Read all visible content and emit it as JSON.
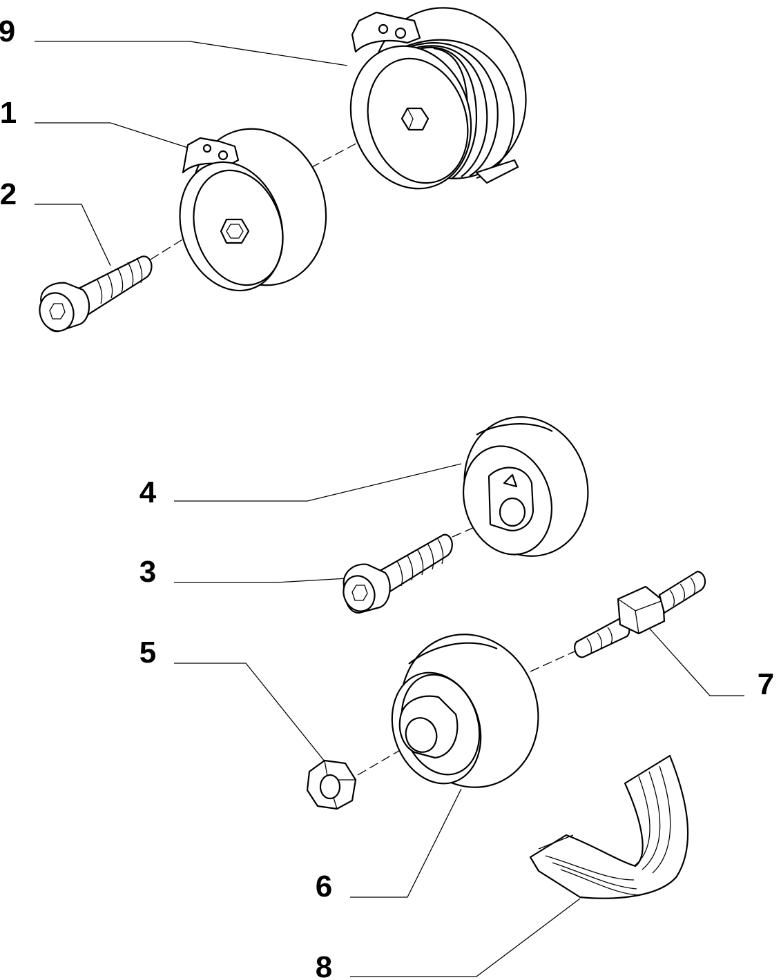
{
  "diagram": {
    "callouts": [
      {
        "label": "9",
        "part": "belt-tensioner-assembly"
      },
      {
        "label": "1",
        "part": "tensioner-pulley"
      },
      {
        "label": "2",
        "part": "socket-head-bolt"
      },
      {
        "label": "4",
        "part": "idler-roller"
      },
      {
        "label": "3",
        "part": "roller-bolt"
      },
      {
        "label": "5",
        "part": "hex-nut"
      },
      {
        "label": "7",
        "part": "threaded-stud"
      },
      {
        "label": "6",
        "part": "pulley"
      },
      {
        "label": "8",
        "part": "drive-belt"
      }
    ]
  }
}
